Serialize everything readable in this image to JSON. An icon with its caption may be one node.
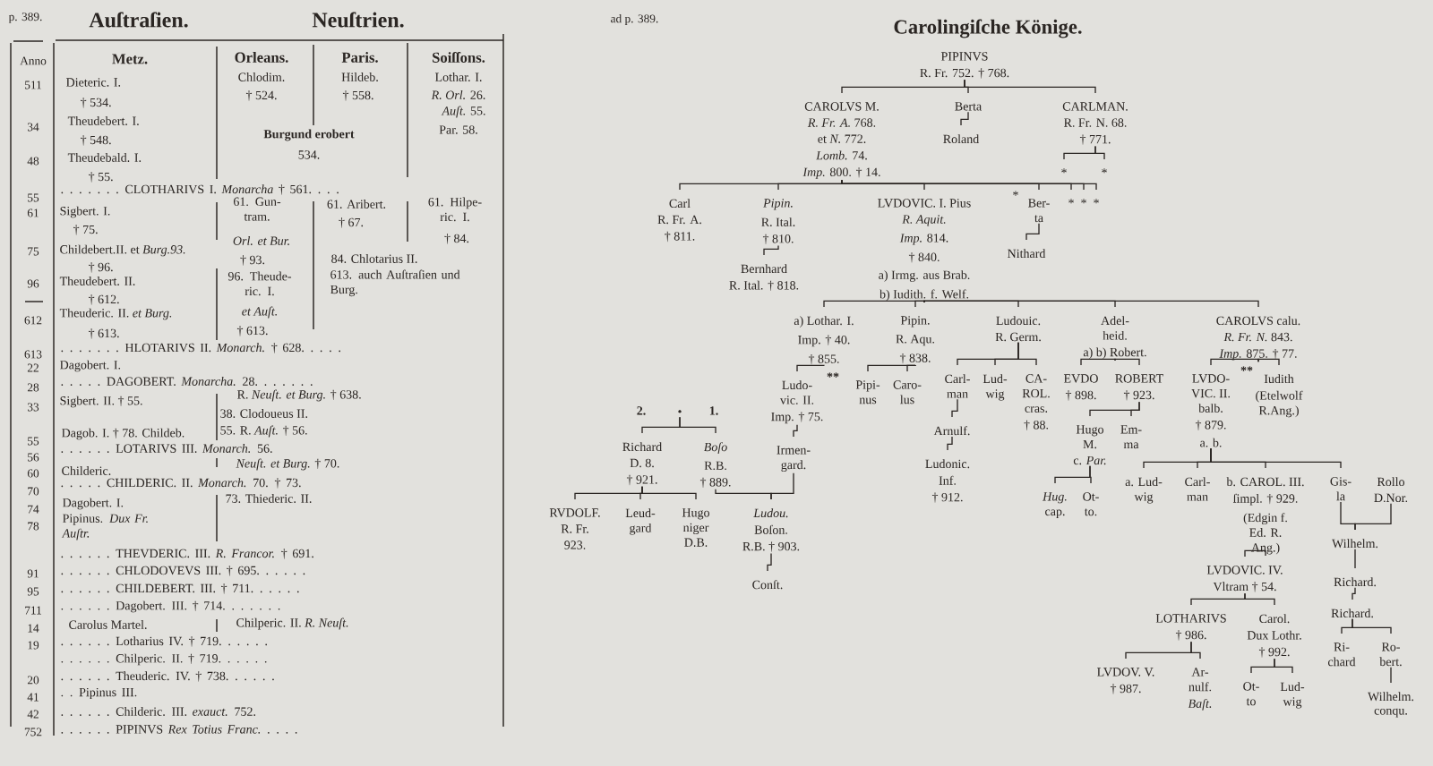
{
  "diagram": {
    "title": "Carolingiſche Könige.",
    "nodes": [
      {
        "text": [
          "PIPINVS",
          "R. Fr. 752. † 768."
        ]
      },
      {
        "text": [
          "CAROLVS M.",
          "*R. Fr. A.* 768.",
          "et *N.* 772.",
          "*Lomb.* 74.",
          "*Imp.* 800. † 14."
        ]
      },
      {
        "text": [
          "Berta"
        ]
      },
      {
        "text": [
          "Roland"
        ]
      },
      {
        "text": [
          "CARLMAN.",
          "R. Fr. N. 68.",
          "† 771."
        ]
      },
      {
        "text": [
          "*"
        ]
      },
      {
        "text": [
          "*"
        ]
      },
      {
        "text": [
          "Carl",
          "R. Fr. A.",
          "† 811."
        ]
      },
      {
        "text": [
          "*Pipin.*",
          "R. Ital.",
          "† 810."
        ]
      },
      {
        "text": [
          "Bernhard",
          "R. Ital. † 818."
        ]
      },
      {
        "text": [
          "LVDOVIC. I. Pius",
          "*R. Aquit.*",
          "*Imp.* 814.",
          "† 840.",
          "a) Irmg. aus Brab.",
          "b) Iudith. f. Welf."
        ]
      },
      {
        "text": [
          "Ber- ta"
        ],
        "beside": [
          "*"
        ]
      },
      {
        "text": [
          "Nithard"
        ]
      },
      {
        "text": [
          "*"
        ]
      },
      {
        "text": [
          "*"
        ]
      },
      {
        "text": [
          "*"
        ]
      },
      {
        "text": [
          "a) Lothar. I.",
          "Imp. † 40.",
          "† 855."
        ]
      },
      {
        "text": [
          "Pipin.",
          "R. Aqu.",
          "† 838."
        ]
      },
      {
        "text": [
          "Ludouic.",
          "R. Germ."
        ]
      },
      {
        "text": [
          "Adel- heid.",
          "a) b) Robert."
        ]
      },
      {
        "text": [
          "CAROLVS calu.",
          "*R. Fr. N.* 843.",
          "*Imp.* 875. † 77."
        ]
      },
      {
        "text": [
          "Ludo- vic. II.",
          "Imp. † 75."
        ]
      },
      {
        "text": [
          "Irmen- gard."
        ]
      },
      {
        "text": [
          "Pipi- nus"
        ]
      },
      {
        "text": [
          "Caro- lus"
        ]
      },
      {
        "text": [
          "Carl- man"
        ]
      },
      {
        "text": [
          "Lud- wig"
        ]
      },
      {
        "text": [
          "CA- ROL. cras.",
          "† 88."
        ]
      },
      {
        "text": [
          "Arnulf."
        ]
      },
      {
        "text": [
          "Ludonic.",
          "Inf.",
          "† 912."
        ]
      },
      {
        "text": [
          "EVDO",
          "† 898."
        ]
      },
      {
        "text": [
          "ROBERT",
          "† 923."
        ]
      },
      {
        "text": [
          "Hugo M.",
          "c. *Par.*"
        ]
      },
      {
        "text": [
          "Em- ma"
        ]
      },
      {
        "text": [
          "*Hug.* cap."
        ]
      },
      {
        "text": [
          "Ot- to."
        ]
      },
      {
        "text": [
          "LVDO- VIC. II. balb.",
          "† 879.",
          "a. b."
        ]
      },
      {
        "text": [
          "Iudith",
          "(Etelwolf R.Ang.)"
        ]
      },
      {
        "text": [
          "a. Lud- wig"
        ]
      },
      {
        "text": [
          "Carl- man"
        ]
      },
      {
        "text": [
          "b. CAROL. III.",
          "ſimpl. † 929.",
          "(Edgin f. Ed. R. Ang.)"
        ]
      },
      {
        "text": [
          "Gis- la"
        ]
      },
      {
        "text": [
          "Rollo",
          "D.Nor."
        ]
      },
      {
        "text": [
          "Wilhelm."
        ]
      },
      {
        "text": [
          "Richard."
        ]
      },
      {
        "text": [
          "Richard."
        ]
      },
      {
        "text": [
          "Ri- chard"
        ]
      },
      {
        "text": [
          "Ro- bert."
        ]
      },
      {
        "text": [
          "Wilhelm.",
          "conqu."
        ]
      },
      {
        "text": [
          "LVDOVIC. IV.",
          "Vltram † 54."
        ]
      },
      {
        "text": [
          "LOTHARIVS",
          "† 986."
        ]
      },
      {
        "text": [
          "Carol.",
          "Dux Lothr.",
          "† 992."
        ]
      },
      {
        "text": [
          "LVDOV. V.",
          "† 987."
        ]
      },
      {
        "text": [
          "Ar- nulf.",
          "*Baſt.*"
        ]
      },
      {
        "text": [
          "Ot- to"
        ]
      },
      {
        "text": [
          "Lud- wig"
        ]
      },
      {
        "text": [
          "•"
        ]
      },
      {
        "text": [
          "Richard",
          "D. 8.",
          "† 921."
        ]
      },
      {
        "text": [
          "*Boſo*",
          "R.B.",
          "† 889."
        ]
      },
      {
        "text": [
          "RVDOLF.",
          "R. Fr.",
          "923."
        ]
      },
      {
        "text": [
          "Leud- gard"
        ]
      },
      {
        "text": [
          "Hugo niger D.B."
        ]
      },
      {
        "text": [
          "*Ludou.*",
          "Boſon.",
          "R.B. † 903."
        ]
      },
      {
        "text": [
          "Conſt."
        ]
      }
    ],
    "edges": [
      {
        "from": 0,
        "to": 1,
        "arrow": "none"
      },
      {
        "from": 0,
        "to": 2,
        "arrow": "none"
      },
      {
        "from": 0,
        "to": 4,
        "arrow": "none"
      },
      {
        "from": 2,
        "to": 3,
        "arrow": "none"
      },
      {
        "from": 4,
        "to": 5,
        "arrow": "none"
      },
      {
        "from": 4,
        "to": 6,
        "arrow": "none"
      },
      {
        "from": 1,
        "to": 7,
        "arrow": "none"
      },
      {
        "from": 1,
        "to": 8,
        "arrow": "none"
      },
      {
        "from": 1,
        "to": 10,
        "arrow": "none"
      },
      {
        "from": 1,
        "to": 11,
        "arrow": "none"
      },
      {
        "from": 1,
        "to": 13,
        "arrow": "none"
      },
      {
        "from": 1,
        "to": 14,
        "arrow": "none"
      },
      {
        "from": 1,
        "to": 15,
        "arrow": "none"
      },
      {
        "from": 8,
        "to": 9,
        "arrow": "none"
      },
      {
        "from": 11,
        "to": 12,
        "arrow": "none"
      },
      {
        "from": 10,
        "to": 16,
        "arrow": "none"
      },
      {
        "from": 10,
        "to": 17,
        "arrow": "none"
      },
      {
        "from": 10,
        "to": 18,
        "arrow": "none"
      },
      {
        "from": 10,
        "to": 19,
        "arrow": "none"
      },
      {
        "from": 10,
        "to": 20,
        "arrow": "none"
      },
      {
        "from": 16,
        "to": 21,
        "arrow": "none"
      },
      {
        "from": 21,
        "to": 22,
        "arrow": "none"
      },
      {
        "from": 17,
        "to": 23,
        "arrow": "none"
      },
      {
        "from": 17,
        "to": 24,
        "arrow": "none"
      },
      {
        "from": 18,
        "to": 25,
        "arrow": "none"
      },
      {
        "from": 18,
        "to": 26,
        "arrow": "none"
      },
      {
        "from": 18,
        "to": 27,
        "arrow": "none"
      },
      {
        "from": 25,
        "to": 28,
        "arrow": "none"
      },
      {
        "from": 28,
        "to": 29,
        "arrow": "none"
      },
      {
        "from": 19,
        "to": 30,
        "arrow": "none"
      },
      {
        "from": 19,
        "to": 31,
        "arrow": "none"
      },
      {
        "from": 31,
        "to": 32,
        "arrow": "none"
      },
      {
        "from": 31,
        "to": 33,
        "arrow": "none"
      },
      {
        "from": 32,
        "to": 34,
        "arrow": "none"
      },
      {
        "from": 32,
        "to": 35,
        "arrow": "none"
      },
      {
        "from": 20,
        "to": 36,
        "arrow": "none"
      },
      {
        "from": 20,
        "to": 37,
        "arrow": "none"
      },
      {
        "from": 36,
        "to": 38,
        "arrow": "none"
      },
      {
        "from": 36,
        "to": 39,
        "arrow": "none"
      },
      {
        "from": 36,
        "to": 40,
        "arrow": "none"
      },
      {
        "from": 36,
        "to": 41,
        "arrow": "none"
      },
      {
        "from": 41,
        "to": 43,
        "arrow": "none"
      },
      {
        "from": 42,
        "to": 43,
        "arrow": "none"
      },
      {
        "from": 43,
        "to": 44,
        "arrow": "none"
      },
      {
        "from": 44,
        "to": 45,
        "arrow": "none"
      },
      {
        "from": 45,
        "to": 46,
        "arrow": "none"
      },
      {
        "from": 45,
        "to": 47,
        "arrow": "none"
      },
      {
        "from": 47,
        "to": 48,
        "arrow": "none"
      },
      {
        "from": 40,
        "to": 49,
        "arrow": "none"
      },
      {
        "from": 49,
        "to": 50,
        "arrow": "none"
      },
      {
        "from": 49,
        "to": 51,
        "arrow": "none"
      },
      {
        "from": 50,
        "to": 52,
        "arrow": "none"
      },
      {
        "from": 50,
        "to": 53,
        "arrow": "none"
      },
      {
        "from": 51,
        "to": 54,
        "arrow": "none"
      },
      {
        "from": 51,
        "to": 55,
        "arrow": "none"
      },
      {
        "from": 56,
        "to": 57,
        "arrow": "none"
      },
      {
        "from": 56,
        "to": 58,
        "arrow": "none"
      },
      {
        "from": 57,
        "to": 59,
        "arrow": "none"
      },
      {
        "from": 57,
        "to": 60,
        "arrow": "none"
      },
      {
        "from": 57,
        "to": 61,
        "arrow": "none"
      },
      {
        "from": 58,
        "to": 62,
        "arrow": "none"
      },
      {
        "from": 22,
        "to": 62,
        "arrow": "none"
      },
      {
        "from": 62,
        "to": 63,
        "arrow": "none"
      }
    ],
    "labels": [
      "p. 389.",
      "Auſtraſien.",
      "Neuſtrien.",
      "ad p. 389.",
      "Anno",
      "Metz.",
      "Orleans.",
      "Paris.",
      "Soiſſons.",
      "511",
      "Dieteric. I.",
      "Chlodim.",
      "Hildeb.",
      "Lothar. I.",
      "† 534.",
      "† 524.",
      "† 558.",
      "*R. Orl.* 26.",
      "*Auſt.* 55.",
      "34",
      "Theudebert. I.",
      "Par. 58.",
      "† 548.",
      "Burgund erobert",
      "48",
      "Theudebald. I.",
      "534.",
      "† 55.",
      "55",
      ". . . . . . . CLOTHARIVS I. *Monarcha* † 561. . . .",
      "61",
      "Sigbert. I.",
      "61. Gun- tram.",
      "61. Aribert.",
      "61. Hilpe- ric. I.",
      "† 75.",
      "† 67.",
      "† 84.",
      "75",
      "Childebert.II. et *Burg.93.*",
      "*Orl. et Bur.*",
      "† 93.",
      "84. Chlotarius II.",
      "† 96.",
      "613. auch Auſtraſien und Burg.",
      "96",
      "Theudebert. II.",
      "96. Theude- ric. I.",
      "† 612.",
      "*et Auſt.*",
      "612",
      "Theuderic. II. *et Burg.*",
      "† 613.",
      "† 613.",
      "613",
      ". . . . . . . HLOTARIVS II. *Monarch.* † 628. . . . .",
      "22",
      "Dagobert. I.",
      "28",
      ". . . . . DAGOBERT. *Monarcha.* 28. . . . . . .",
      "R. *Neuſt. et Burg.* † 638.",
      "33",
      "Sigbert. II. † 55.",
      "38. Clodoueus II.",
      "55",
      "Dagob. I. † 78. Childeb.",
      "55. R. *Auſt.* † 56.",
      "56",
      ". . . . . . LOTARIVS III. *Monarch.* 56.",
      "60",
      "Childeric.",
      "*Neuſt. et Burg.* † 70.",
      "70",
      ". . . . . CHILDERIC. II. *Monarch.* 70. † 73.",
      "74",
      "Dagobert. I.",
      "73. Thiederic. II.",
      "78",
      "Pipinus. *Dux Fr. Auſtr.*",
      ". . . . . . THEVDERIC. III. *R. Francor.* † 691.",
      "91",
      ". . . . . . CHLODOVEVS III. † 695. . . . . .",
      "95",
      ". . . . . . CHILDEBERT. III. † 711. . . . . .",
      "711",
      ". . . . . . Dagobert. III. † 714. . . . . . .",
      "14",
      "Carolus Martel.",
      "Chilperic. II. *R. Neuſt.*",
      "19",
      ". . . . . . Lotharius IV. † 719. . . . . .",
      ". . . . . . Chilperic. II. † 719. . . . . .",
      "20",
      ". . . . . . Theuderic. IV. † 738. . . . . .",
      "41",
      ". . Pipinus III.",
      "42",
      ". . . . . . Childeric. III. *exauct.* 752.",
      "752",
      ". . . . . . PIPINVS *Rex Totius Franc.* . . . .",
      "2.",
      "1.",
      "**",
      "**"
    ]
  }
}
